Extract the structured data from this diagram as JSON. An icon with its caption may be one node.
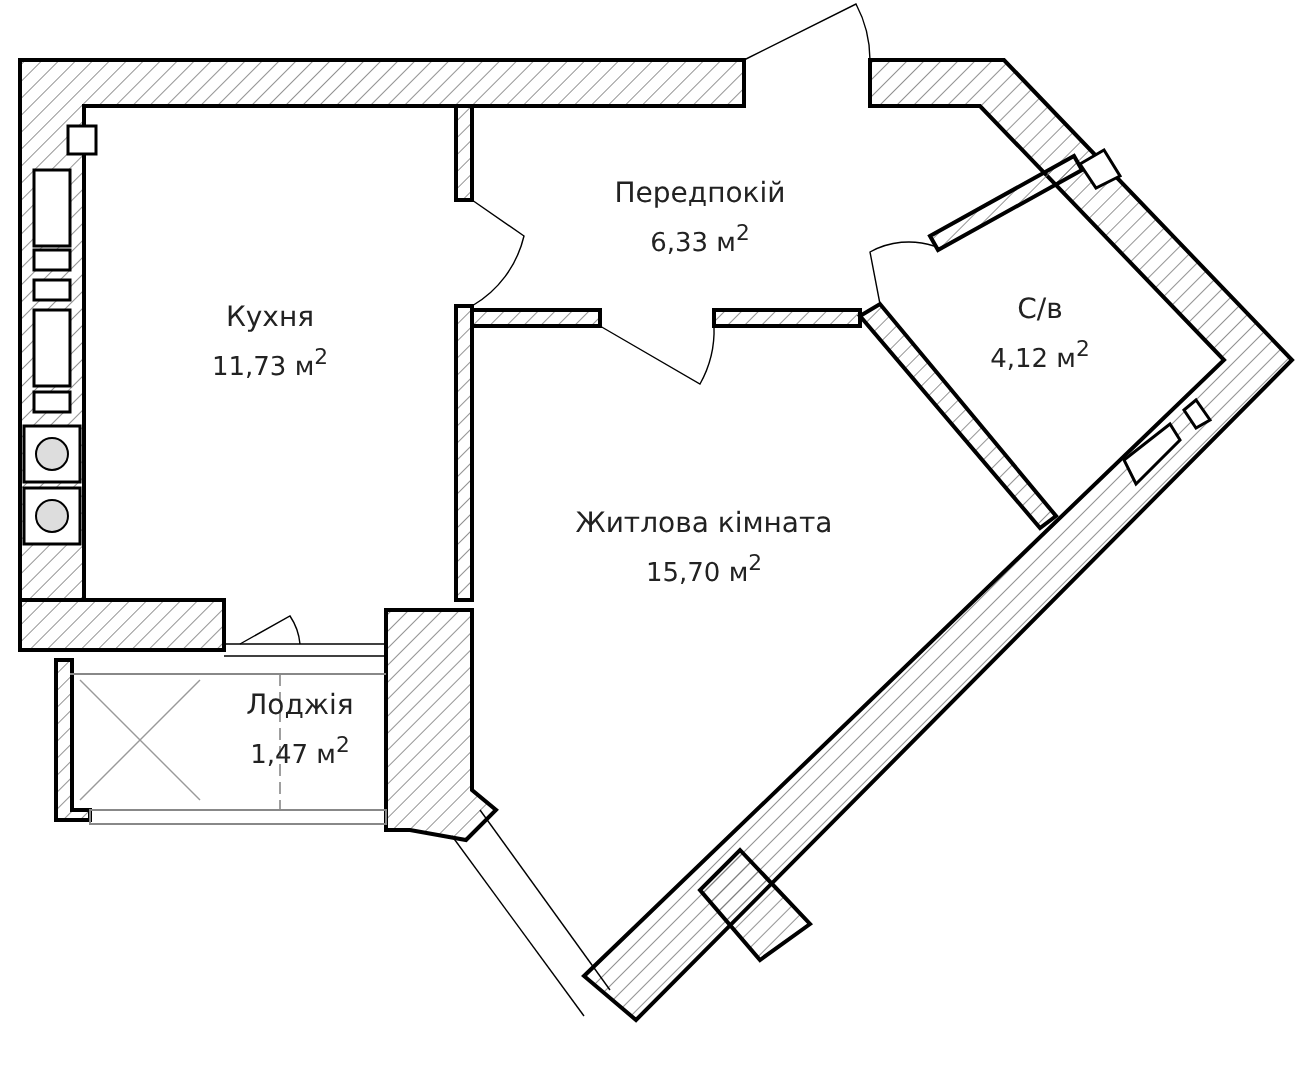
{
  "diagram": {
    "nodes": [
      {
        "text": [
          "Кухня",
          "11,73 м$^{2}$"
        ]
      },
      {
        "text": [
          "Передпокій",
          "6,33 м$^{2}$"
        ]
      },
      {
        "text": [
          "С/в",
          "4,12 м$^{2}$"
        ]
      },
      {
        "text": [
          "Житлова кімната",
          "15,70 м$^{2}$"
        ]
      },
      {
        "text": [
          "Лоджія",
          "1,47 м$^{2}$"
        ]
      }
    ]
  }
}
